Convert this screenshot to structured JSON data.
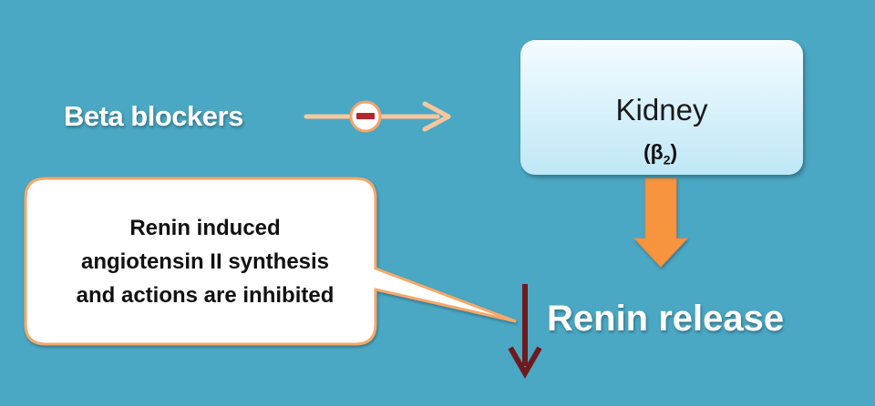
{
  "left_label": "Beta blockers",
  "box": {
    "title": "Kidney",
    "receptor": "(β",
    "receptor_subscript": "2",
    "receptor_close": ")"
  },
  "callout": {
    "lines": [
      "Renin induced",
      "angiotensin II synthesis",
      "and actions are inhibited"
    ]
  },
  "bottom_label": "Renin release",
  "colors": {
    "background": "#4aa8c4",
    "inhibition_arrow": "#f6c79d",
    "down_arrow": "#f7943d",
    "result_arrow": "#6e1a1e"
  }
}
